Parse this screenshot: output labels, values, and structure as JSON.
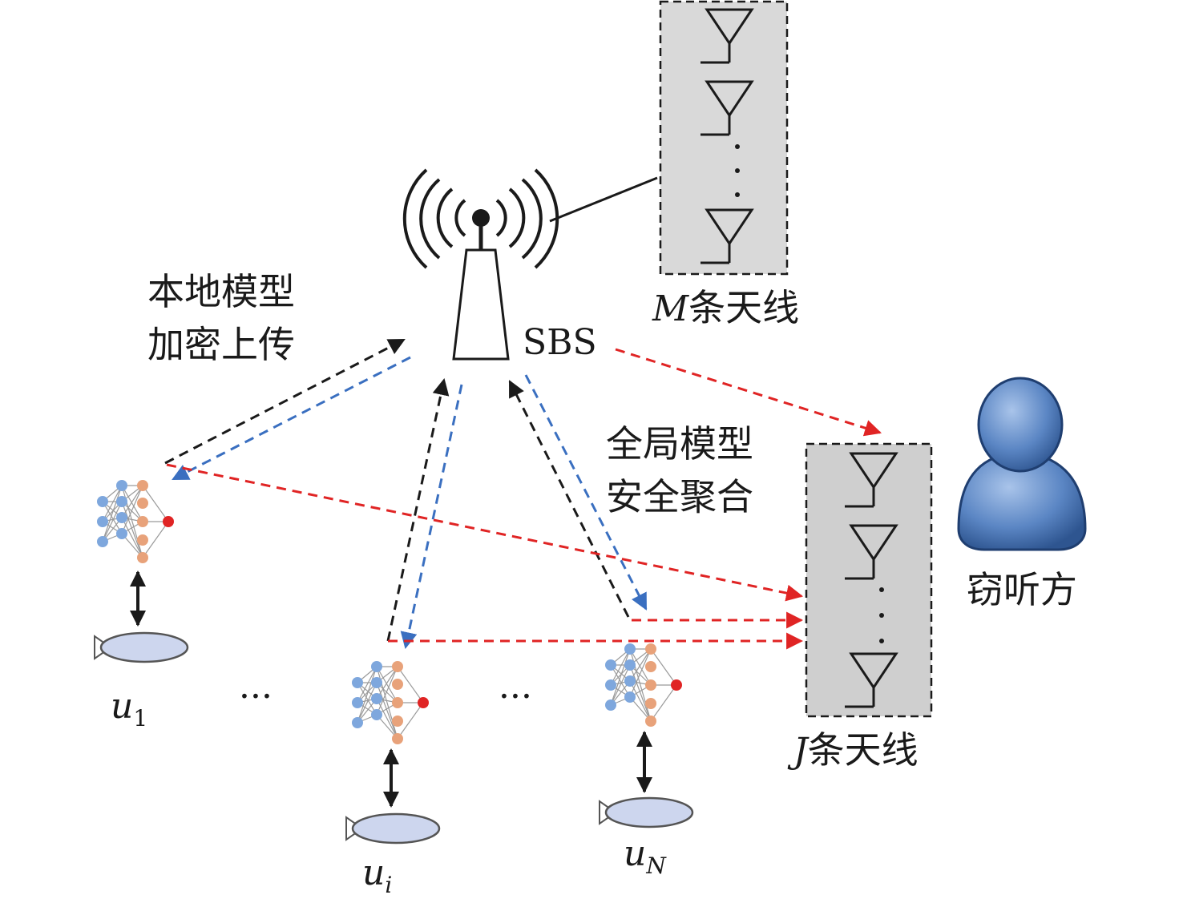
{
  "labels": {
    "sbs": "SBS",
    "m_antennas_var": "M",
    "m_antennas_text": "条天线",
    "j_antennas_var": "J",
    "j_antennas_text": "条天线",
    "local_upload_line1": "本地模型",
    "local_upload_line2": "加密上传",
    "global_agg_line1": "全局模型",
    "global_agg_line2": "安全聚合",
    "eavesdropper": "窃听方",
    "ellipsis": "···",
    "dots_vertical": "⋮"
  },
  "users": [
    {
      "base": "u",
      "sub": "1"
    },
    {
      "base": "u",
      "sub": "i"
    },
    {
      "base": "u",
      "sub": "N"
    }
  ],
  "colors": {
    "upload_arrow": "#1a1a1a",
    "download_arrow": "#3a6fc0",
    "eavesdrop_arrow": "#e02424",
    "antenna_box_fill": "#d9d9d9",
    "eaves_box_fill": "#cfcfcf",
    "user_ellipse_fill": "#cdd6ee",
    "nn_input": "#7ea7dd",
    "nn_hidden": "#e8a27a",
    "nn_output": "#e02424",
    "person": "#5b86c4"
  },
  "icons": {
    "tower": "base-station-tower-icon",
    "antenna": "antenna-icon",
    "neural_net": "neural-network-icon",
    "device": "user-device-icon",
    "person": "eavesdropper-person-icon"
  }
}
